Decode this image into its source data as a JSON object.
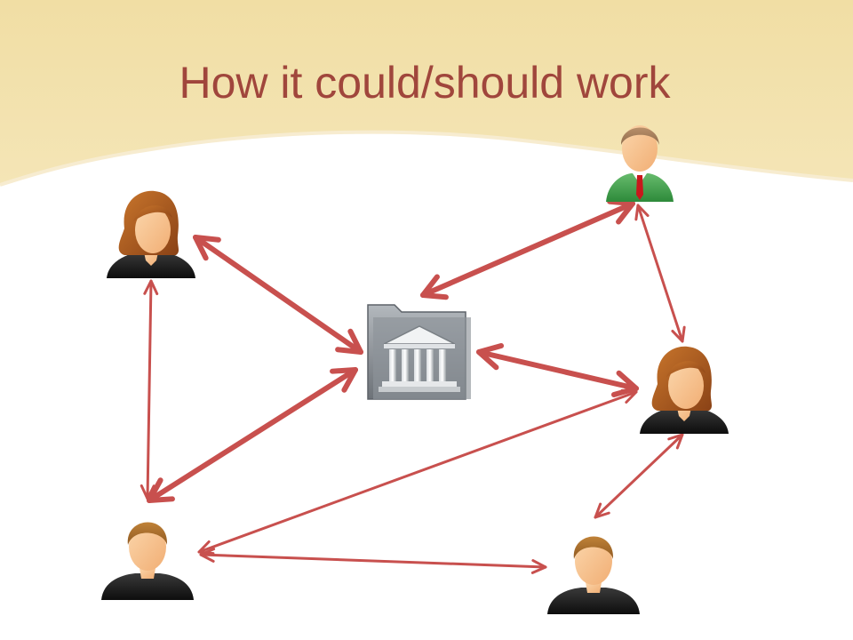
{
  "slide": {
    "title": "How it could/should work"
  },
  "colors": {
    "header_band": "#f2e0a6",
    "header_band_light": "#f8eccb",
    "title_text": "#a0463c",
    "arrow": "#c8504e",
    "skin": "#f8c392",
    "hair_female": "#a8551f",
    "hair_male": "#a86b2e",
    "clothing_dark": "#1a1a1a",
    "shirt_green": "#3d9a48",
    "tie_red": "#c8181c",
    "building_gray": "#8a8f95"
  },
  "nodes": [
    {
      "id": "person-top-left",
      "kind": "female",
      "label": ""
    },
    {
      "id": "manager-top-right",
      "kind": "manager",
      "label": ""
    },
    {
      "id": "institution-center",
      "kind": "institution",
      "label": ""
    },
    {
      "id": "person-right",
      "kind": "female",
      "label": ""
    },
    {
      "id": "person-bottom-left",
      "kind": "male",
      "label": ""
    },
    {
      "id": "person-bottom-right",
      "kind": "male",
      "label": ""
    }
  ],
  "edges": [
    {
      "from": "person-top-left",
      "to": "institution-center",
      "weight": "thick"
    },
    {
      "from": "manager-top-right",
      "to": "institution-center",
      "weight": "thick"
    },
    {
      "from": "institution-center",
      "to": "person-right",
      "weight": "thick"
    },
    {
      "from": "institution-center",
      "to": "person-bottom-left",
      "weight": "thick"
    },
    {
      "from": "person-top-left",
      "to": "person-bottom-left",
      "weight": "thin"
    },
    {
      "from": "manager-top-right",
      "to": "person-right",
      "weight": "thin"
    },
    {
      "from": "person-right",
      "to": "person-bottom-left",
      "weight": "thin"
    },
    {
      "from": "person-right",
      "to": "person-bottom-right",
      "weight": "thin"
    },
    {
      "from": "person-bottom-left",
      "to": "person-bottom-right",
      "weight": "thin"
    }
  ]
}
